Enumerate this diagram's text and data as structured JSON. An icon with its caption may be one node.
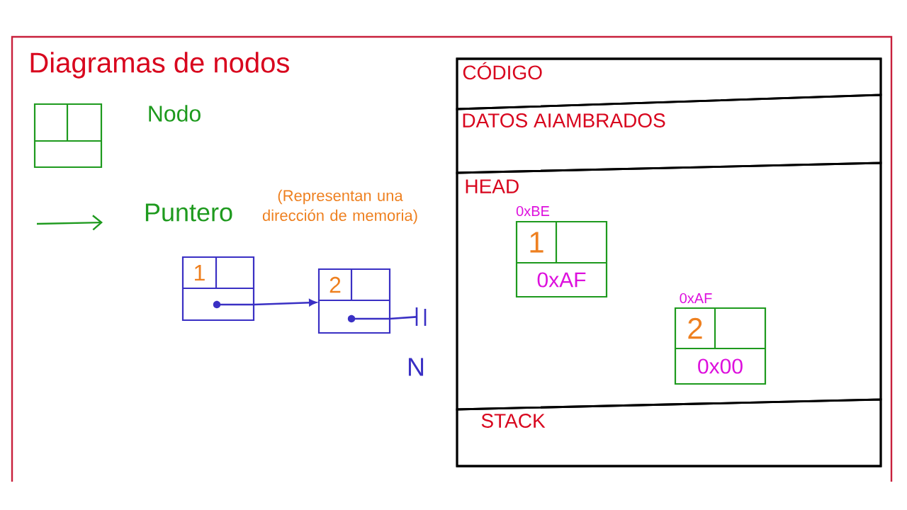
{
  "diagram": {
    "title": "Diagramas de nodos",
    "nodes": [
      {
        "text": [],
        "shape": "box",
        "beside": [
          "Nodo"
        ]
      },
      {
        "text": [
          "1"
        ]
      },
      {
        "text": [
          "2"
        ]
      },
      {
        "text": [],
        "shape": "bar"
      },
      {
        "text": [],
        "shape": "box"
      },
      {
        "text": [
          "CÓDIGO"
        ],
        "in": 4
      },
      {
        "text": [
          "DATOS AIAMBRADOS"
        ],
        "in": 4
      },
      {
        "text": [
          "HEAD"
        ],
        "in": 4
      },
      {
        "text": [
          "1",
          "0xAF"
        ],
        "beside": [
          "0xBE"
        ],
        "in": 7
      },
      {
        "text": [
          "2",
          "0x00"
        ],
        "beside": [
          "0xAF"
        ],
        "in": 7
      },
      {
        "text": [
          "STACK"
        ],
        "in": 4
      }
    ],
    "edges": [
      {
        "from": 1,
        "to": 2,
        "arrow": "to"
      },
      {
        "from": 2,
        "to": 3,
        "arrow": "none"
      }
    ],
    "labels": [
      "Puntero",
      "(Representan una dirección de memoria)",
      "N"
    ]
  }
}
